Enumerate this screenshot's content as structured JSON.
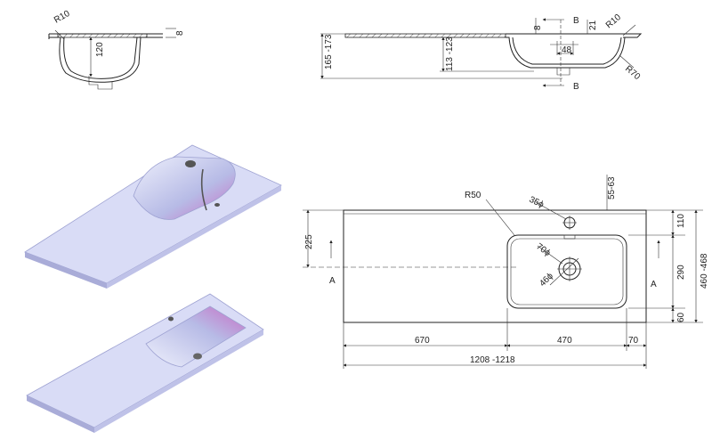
{
  "section_view": {
    "radius_left": "R10",
    "thickness": "8",
    "depth": "120"
  },
  "side_view": {
    "total_height": "165 -173",
    "inner_height": "113 -123",
    "drain_width": "48",
    "thickness": "8",
    "top_offset": "21",
    "radius_top": "R10",
    "radius_bottom": "R70",
    "section_mark": "B"
  },
  "top_view": {
    "corner_radius": "R50",
    "tap_hole": "35ϕ",
    "tap_offset": "55-63",
    "drain_outer": "70ϕ",
    "drain_inner": "46ϕ",
    "left_section_height": "225",
    "section_mark": "A",
    "right_top": "110",
    "right_mid": "290",
    "right_bottom": "60",
    "right_total": "460 -468",
    "bottom_left": "670",
    "bottom_mid": "470",
    "bottom_right": "70",
    "bottom_total": "1208 -1218"
  },
  "colors": {
    "line": "#222222",
    "surface": "#d9dcf6",
    "surface_dark": "#a9acd8",
    "basin_inner": "#c86cc4"
  }
}
